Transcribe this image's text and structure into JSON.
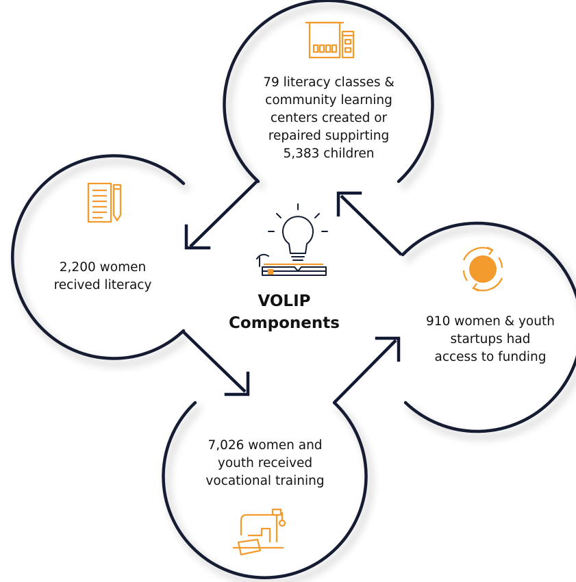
{
  "center": {
    "title_line1": "VOLIP",
    "title_line2": "Components",
    "icon": "lightbulb-book-icon"
  },
  "nodes": [
    {
      "id": "literacy-classes",
      "icon": "school-building-icon",
      "lines": [
        "79 literacy classes &",
        "community learning",
        "centers created or",
        "repaired suppirting",
        "5,383 children"
      ]
    },
    {
      "id": "women-literacy",
      "icon": "notepad-pencil-icon",
      "lines": [
        "2,200 women",
        "recived literacy"
      ]
    },
    {
      "id": "vocational-training",
      "icon": "sewing-machine-icon",
      "lines": [
        "7,026 women and",
        "youth received",
        "vocational training"
      ]
    },
    {
      "id": "startup-funding",
      "icon": "dollar-cycle-icon",
      "lines": [
        "910 women & youth",
        "startups  had",
        "access to funding"
      ]
    }
  ],
  "colors": {
    "ring": "#121a33",
    "icon_orange": "#f39a2c",
    "text": "#121212"
  }
}
